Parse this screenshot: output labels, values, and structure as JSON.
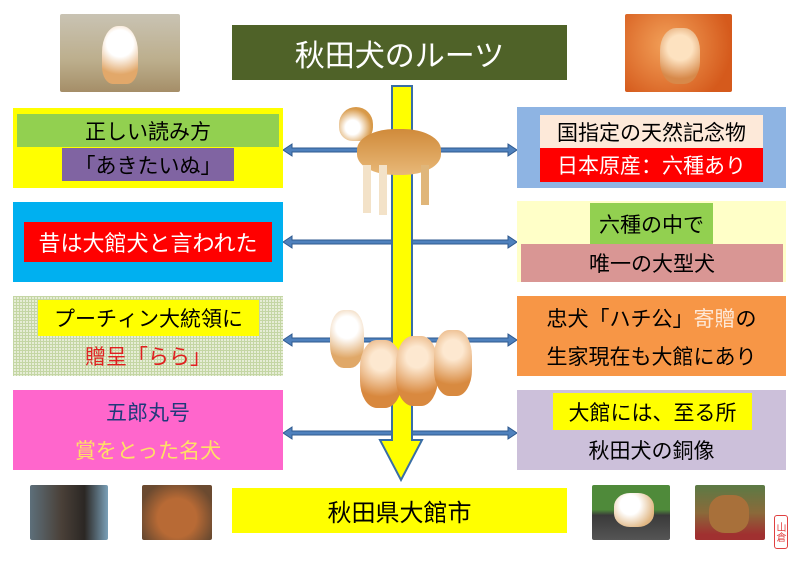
{
  "title": "秋田犬のルーツ",
  "bottom_label": "秋田県大館市",
  "left_boxes": [
    {
      "line1": "正しい読み方",
      "line2": "「あきたいぬ」"
    },
    {
      "line1": "昔は大館犬と言われた"
    },
    {
      "line1": "プーチィン大統領に",
      "line2": "贈呈「らら」"
    },
    {
      "line1": "五郎丸号",
      "line2": "賞をとった名犬"
    }
  ],
  "right_boxes": [
    {
      "line1": "国指定の天然記念物",
      "line2": "日本原産：六種あり"
    },
    {
      "line1": "六種の中で",
      "line2": "唯一の大型犬"
    },
    {
      "line1a": "忠犬「ハチ公」",
      "line1b": "寄贈",
      "line1c": "の",
      "line2": "生家現在も大館にあり"
    },
    {
      "line1": "大館には、至る所",
      "line2": "秋田犬の銅像"
    }
  ],
  "seal": "山倉",
  "colors": {
    "title_bg": "#4f6228",
    "arrow": "#ffff00",
    "arrow_blue": "#3a6ea5"
  }
}
